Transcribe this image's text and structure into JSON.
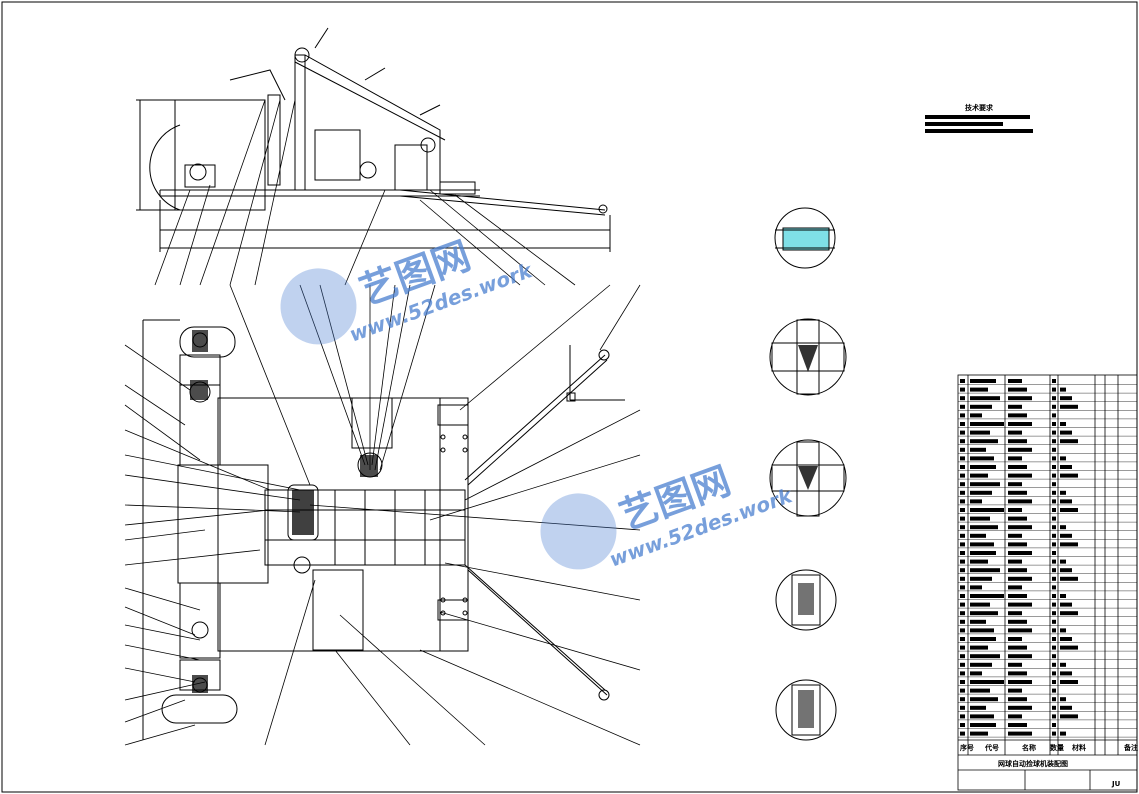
{
  "watermark": {
    "brand": "艺图网",
    "url": "www.52des.work",
    "color": "#4a7fd0"
  },
  "drawing": {
    "line_color": "#000000",
    "highlight_color": "#00c0d0"
  },
  "title_block": {
    "drawing_title": "网球自动捡球机装配图",
    "scale_label": "JU",
    "header_cols": [
      "序号",
      "代号",
      "名称",
      "数量",
      "材料",
      "",
      "备注"
    ]
  },
  "tech_requirements": {
    "heading": "技术要求"
  }
}
